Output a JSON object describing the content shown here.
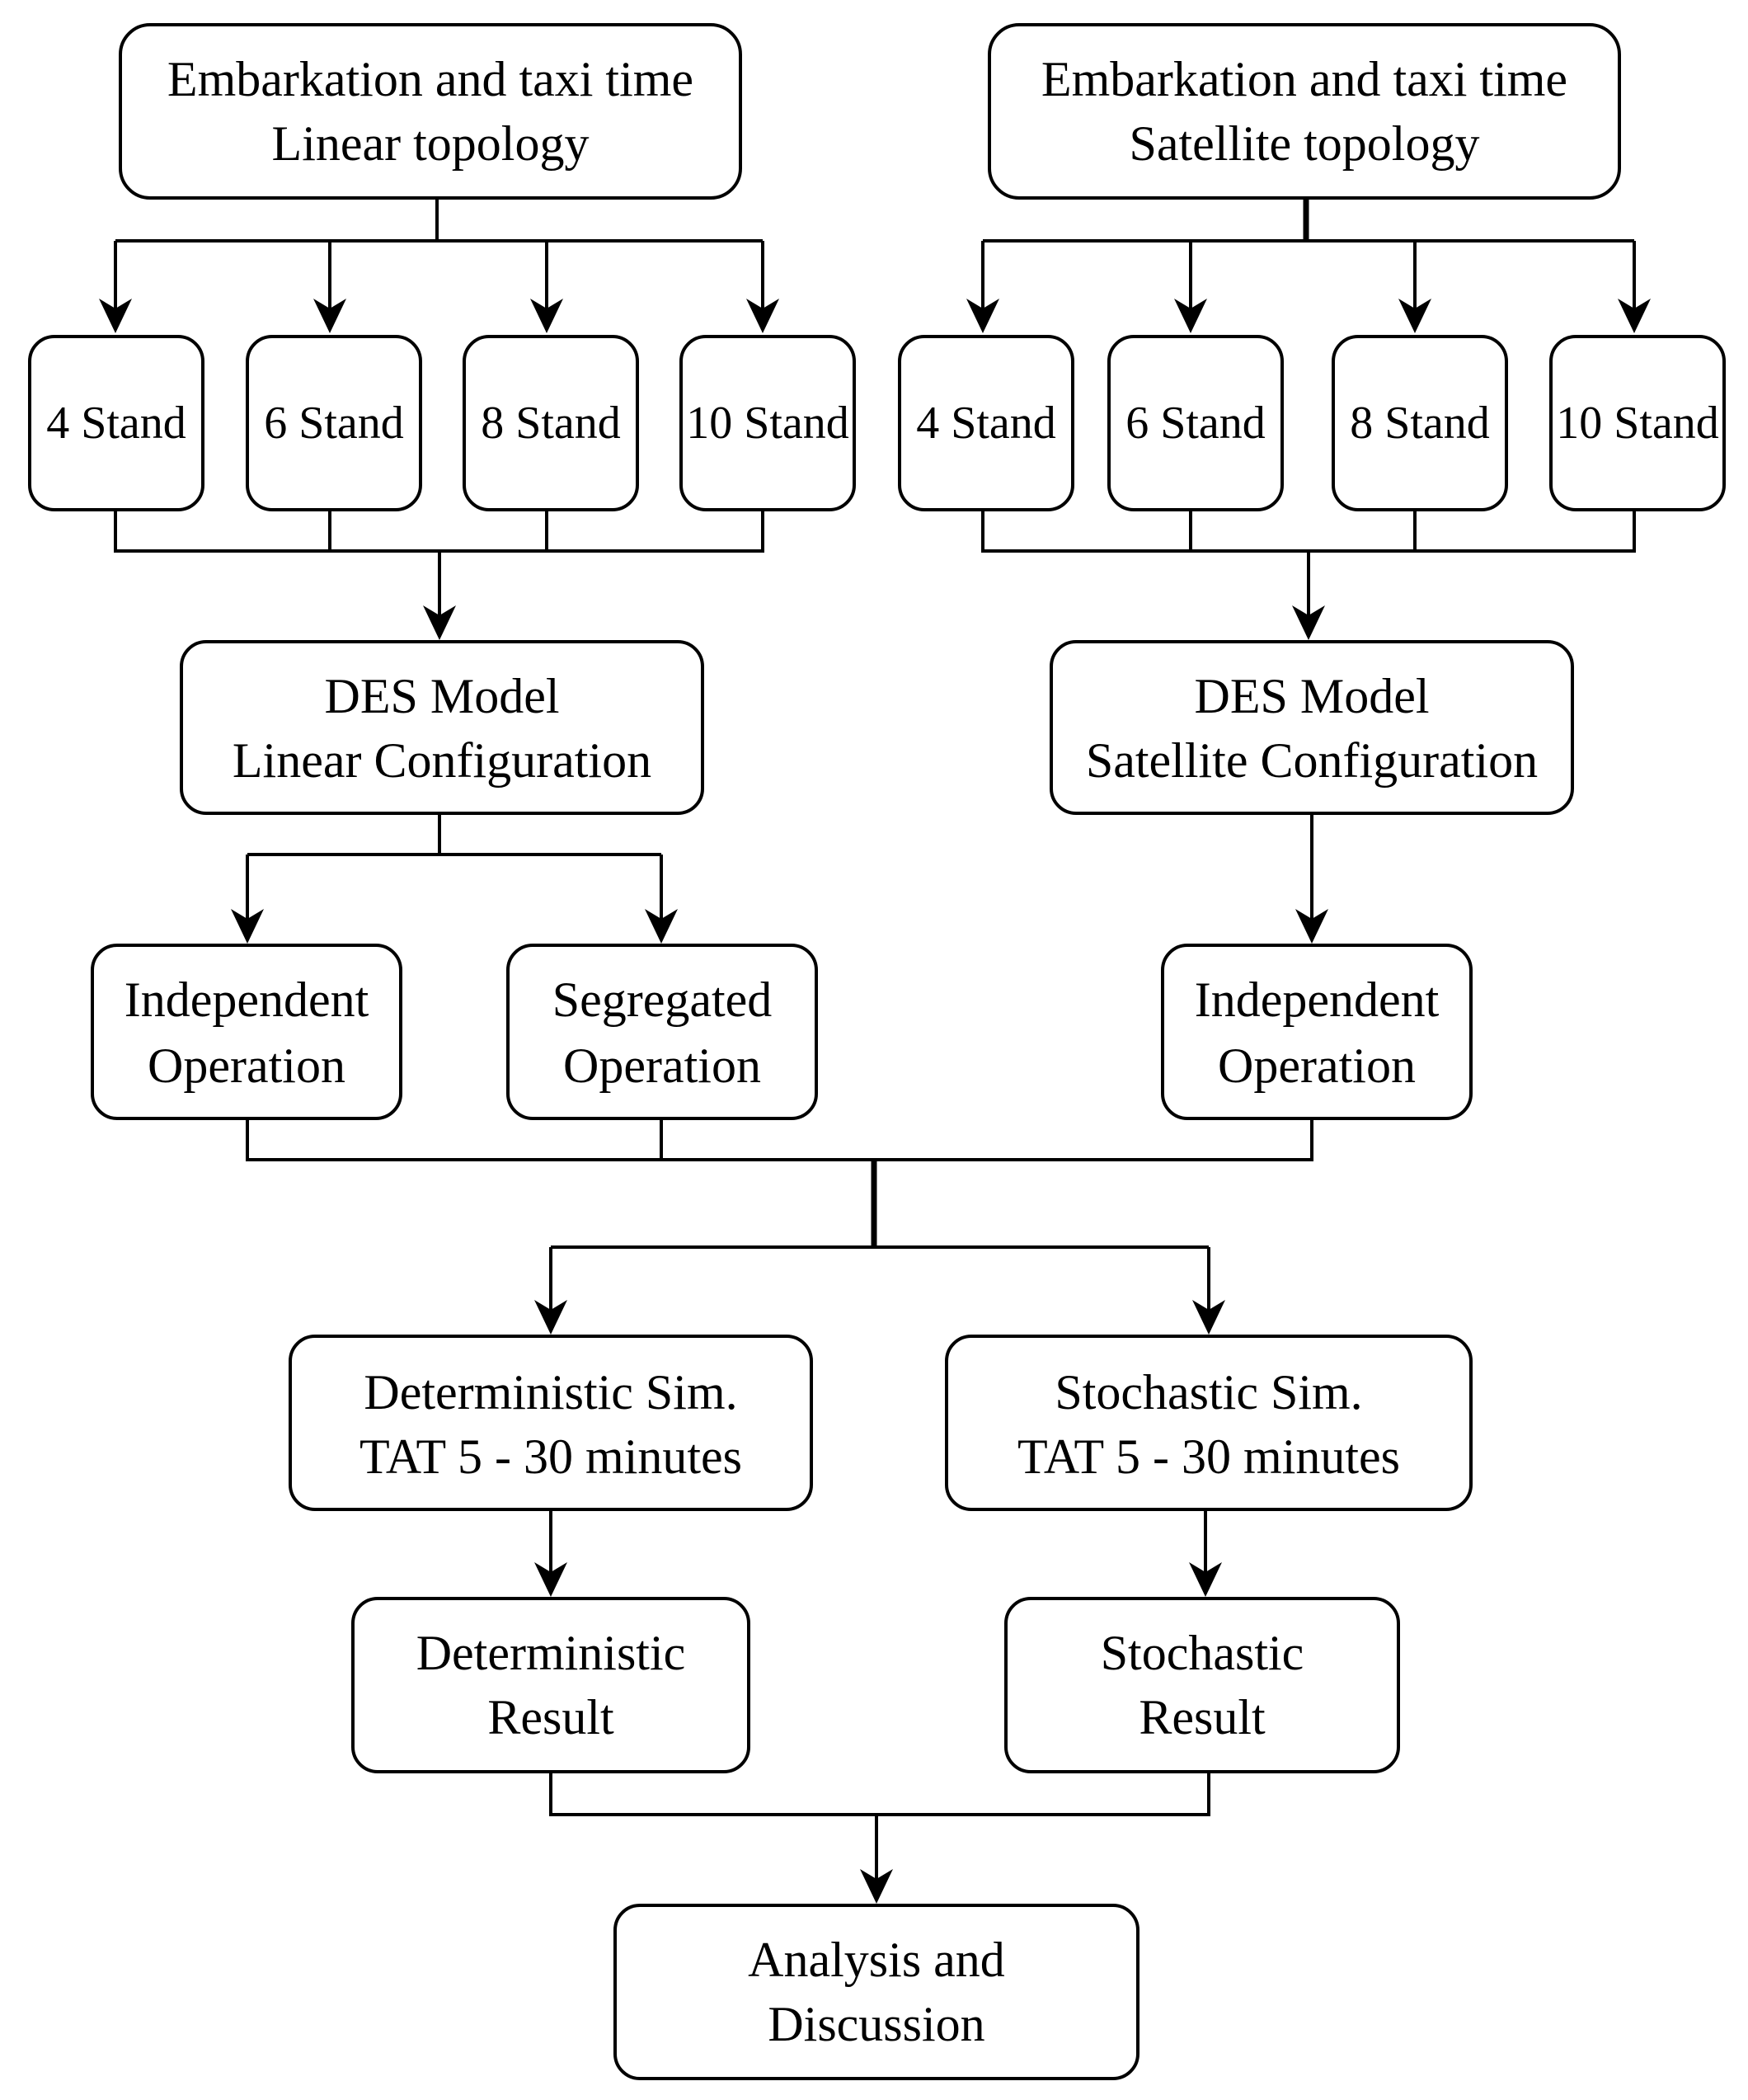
{
  "nodes": {
    "linear_topology": {
      "line1": "Embarkation and taxi time",
      "line2": "Linear topology"
    },
    "satellite_topology": {
      "line1": "Embarkation and taxi time",
      "line2": "Satellite topology"
    },
    "linear_stands": [
      "4 Stand",
      "6 Stand",
      "8 Stand",
      "10 Stand"
    ],
    "satellite_stands": [
      "4 Stand",
      "6 Stand",
      "8 Stand",
      "10 Stand"
    ],
    "des_linear": {
      "line1": "DES Model",
      "line2": "Linear Configuration"
    },
    "des_satellite": {
      "line1": "DES Model",
      "line2": "Satellite Configuration"
    },
    "linear_independent": {
      "line1": "Independent",
      "line2": "Operation"
    },
    "linear_segregated": {
      "line1": "Segregated",
      "line2": "Operation"
    },
    "satellite_independent": {
      "line1": "Independent",
      "line2": "Operation"
    },
    "deterministic_sim": {
      "line1": "Deterministic Sim.",
      "line2": "TAT 5 - 30 minutes"
    },
    "stochastic_sim": {
      "line1": "Stochastic Sim.",
      "line2": "TAT 5 - 30 minutes"
    },
    "deterministic_result": {
      "line1": "Deterministic",
      "line2": "Result"
    },
    "stochastic_result": {
      "line1": "Stochastic",
      "line2": "Result"
    },
    "analysis": {
      "line1": "Analysis and",
      "line2": "Discussion"
    }
  }
}
